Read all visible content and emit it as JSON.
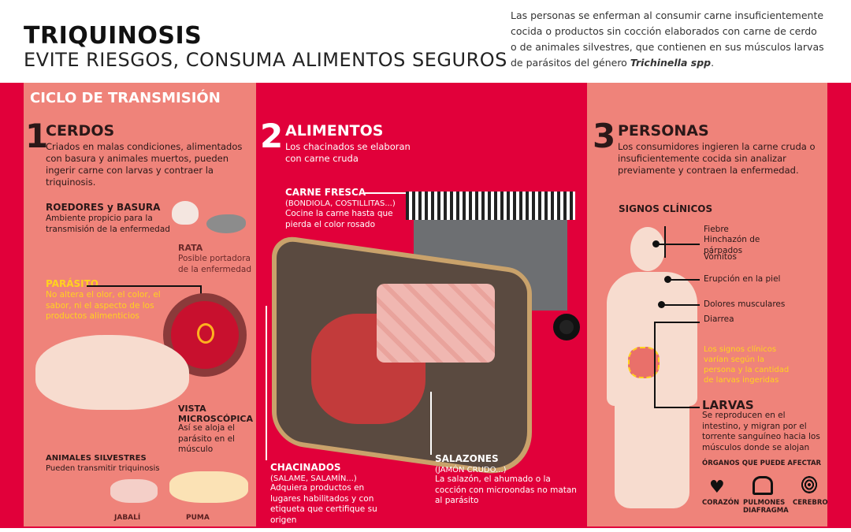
{
  "header": {
    "title": "TRIQUINOSIS",
    "subtitle": "EVITE RIESGOS, CONSUMA ALIMENTOS SEGUROS",
    "intro": "Las personas se enferman al consumir carne insuficientemente cocida o productos sin cocción elaborados con carne de cerdo o de animales silvestres, que contienen en sus músculos larvas de parásitos del género",
    "intro_species": "Trichinella spp",
    "intro_end": "."
  },
  "cycle_title": "CICLO DE TRANSMISIÓN",
  "step1": {
    "num": "1",
    "title": "CERDOS",
    "text": "Criados en malas condiciones, alimentados con basura y animales muertos, pueden ingerir carne con larvas y contraer la triquinosis.",
    "rodents_title": "ROEDORES y BASURA",
    "rodents_text": "Ambiente propicio para la transmisión de la enfermedad",
    "rat_title": "RATA",
    "rat_text": "Posible portadora de la enfermedad",
    "parasite_title": "PARÁSITO",
    "parasite_text": "No altera el olor, el color, el sabor, ni el aspecto de los productos alimenticios",
    "micro_title": "VISTA MICROSCÓPICA",
    "micro_text": "Así se aloja el parásito en el músculo",
    "wild_title": "ANIMALES SILVESTRES",
    "wild_text": "Pueden transmitir triquinosis",
    "boar": "JABALÍ",
    "puma": "PUMA"
  },
  "step2": {
    "num": "2",
    "title": "ALIMENTOS",
    "text": "Los chacinados se elaboran con carne cruda",
    "fresh_title": "CARNE FRESCA",
    "fresh_sub": "(BONDIOLA, COSTILLITAS...)",
    "fresh_text": "Cocine la carne hasta que pierda el color rosado",
    "cured_title": "CHACINADOS",
    "cured_sub": "(SALAME, SALAMÍN...)",
    "cured_text": "Adquiera productos en lugares habilitados y con etiqueta que certifique su origen",
    "salted_title": "SALAZONES",
    "salted_sub": "(JAMÓN CRUDO...)",
    "salted_text": "La salazón, el ahumado o la cocción con microondas no matan al parásito"
  },
  "step3": {
    "num": "3",
    "title": "PERSONAS",
    "text": "Los consumidores ingieren la carne cruda o insuficientemente cocida sin analizar previamente y contraen la enfermedad.",
    "signs_title": "SIGNOS CLÍNICOS",
    "signs": [
      "Fiebre",
      "Hinchazón de párpados",
      "Vómitos",
      "Erupción en la piel",
      "Dolores musculares",
      "Diarrea"
    ],
    "signs_note": "Los signos clínicos varían según la persona y la cantidad de larvas ingeridas",
    "larvae_title": "LARVAS",
    "larvae_text": "Se reproducen en el intestino, y migran por el torrente sanguíneo hacia los músculos donde se alojan",
    "organs_title": "ÓRGANOS QUE PUEDE AFECTAR",
    "organs": [
      "CORAZÓN",
      "PULMONES DIAFRAGMA",
      "CEREBRO"
    ]
  },
  "colors": {
    "red": "#e1003a",
    "pink": "#ef837a",
    "yellow": "#ffd21f"
  }
}
